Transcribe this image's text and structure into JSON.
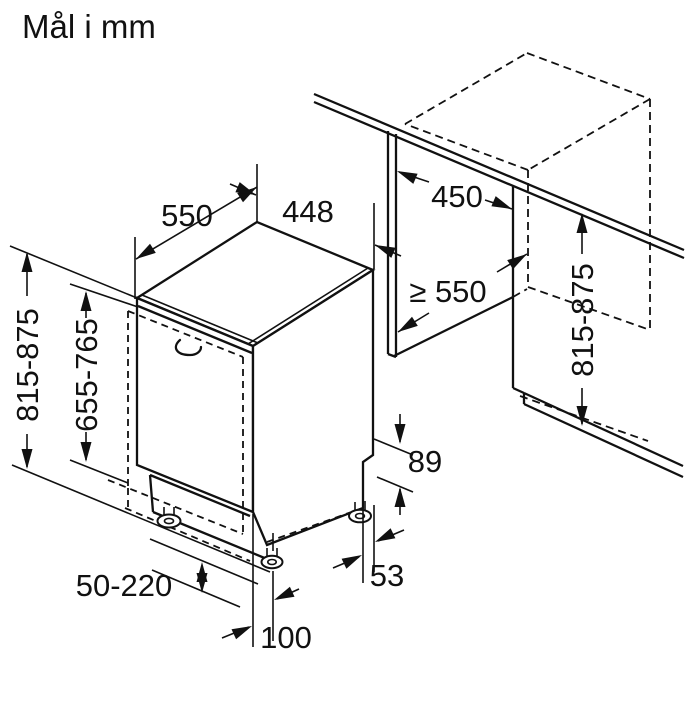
{
  "title": "Mål i mm",
  "diagram": {
    "unit": "mm",
    "dimensions": {
      "top_depth": "550",
      "top_width": "448",
      "niche_width": "450",
      "niche_depth": "≥ 550",
      "appliance_height": "815-875",
      "panel_height": "655-765",
      "niche_height": "815-875",
      "base_height": "89",
      "side_offset": "53",
      "plinth_depth": "100",
      "plinth_adjust_range": "50-220"
    }
  }
}
